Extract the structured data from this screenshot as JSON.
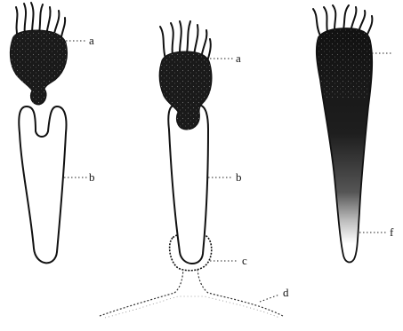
{
  "figure": {
    "labels": {
      "a_left": "a",
      "b_left": "b",
      "a_middle": "a",
      "b_middle": "b",
      "c": "c",
      "d": "d",
      "f": "f"
    }
  }
}
